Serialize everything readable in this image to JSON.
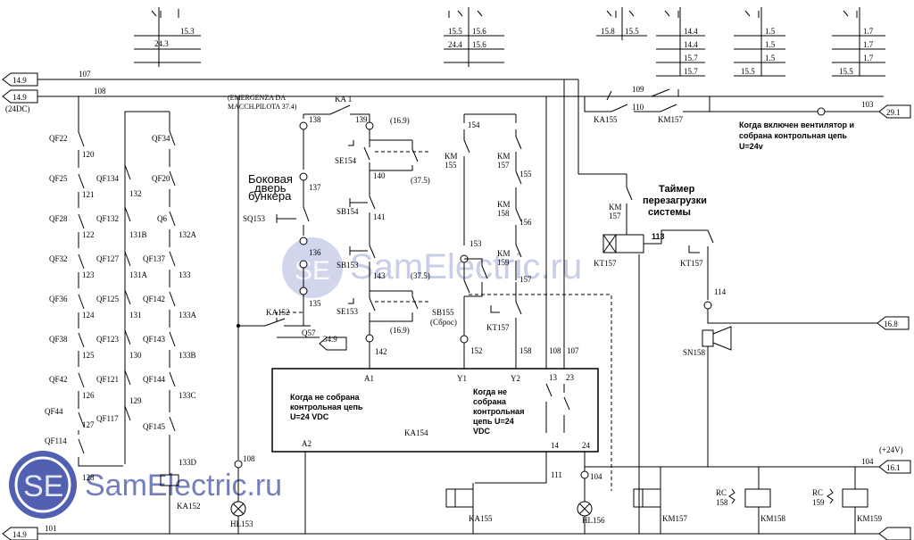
{
  "terminals": {
    "t149a": "14.9",
    "t149b": "14.9",
    "t149c": "14.9",
    "t291": "29.1",
    "t349": "34.9",
    "t168": "16.8",
    "t161": "16.1"
  },
  "wires": {
    "w107": "107",
    "w108": "108",
    "w101": "101",
    "w24dc": "(24DC)",
    "w109": "109",
    "w110": "110",
    "w103": "103",
    "w104": "104",
    "w24v": "(+24V)",
    "w120": "120",
    "w121": "121",
    "w122": "122",
    "w123": "123",
    "w124": "124",
    "w125": "125",
    "w126": "126",
    "w127": "127",
    "w128": "128",
    "w132": "132",
    "w131b": "131B",
    "w131a": "131A",
    "w131": "131",
    "w130": "130",
    "w129": "129",
    "w132a": "132A",
    "w133": "133",
    "w133a": "133A",
    "w133b": "133B",
    "w133c": "133C",
    "w133d": "133D",
    "w138": "138",
    "w139": "139",
    "w137": "137",
    "w136": "136",
    "w135": "135",
    "w140": "140",
    "w141": "141",
    "w143": "143",
    "w142": "142",
    "w154": "154",
    "w155": "155",
    "w156": "156",
    "w157": "157",
    "w153": "153",
    "w152": "152",
    "w158": "158",
    "w108b": "108",
    "w107b": "107",
    "w113": "113",
    "w114": "114",
    "w111": "111",
    "w104b": "104",
    "w108c": "108",
    "r169a": "(16.9)",
    "r375a": "(37.5)",
    "r375b": "(37.5)",
    "r169b": "(16.9)"
  },
  "devices": {
    "qf22": "QF22",
    "qf25": "QF25",
    "qf28": "QF28",
    "qf32": "QF32",
    "qf36": "QF36",
    "qf38": "QF38",
    "qf42": "QF42",
    "qf44": "QF44",
    "qf114": "QF114",
    "qf34": "QF34",
    "qf134": "QF134",
    "qf20": "QF20",
    "qf132": "QF132",
    "q6": "Q6",
    "qf127": "QF127",
    "qf137": "QF137",
    "qf125": "QF125",
    "qf142": "QF142",
    "qf123": "QF123",
    "qf143": "QF143",
    "qf121": "QF121",
    "qf144": "QF144",
    "qf117": "QF117",
    "qf145": "QF145",
    "ka152a": "KA152",
    "ka152b": "KA152",
    "hl153": "HL153",
    "emerg1": "(EMERGENZA DA",
    "emerg2": "MACCH.PILOTA 37.4)",
    "ka1": "KA 1",
    "sq153": "SQ153",
    "se154": "SE154",
    "sb154": "SB154",
    "sb153": "SB153",
    "se153": "SE153",
    "q57": "Q57",
    "km155a": "KM",
    "km155b": "155",
    "km157a": "KM",
    "km157b": "157",
    "km158a": "KM",
    "km158b": "158",
    "km159a": "KM",
    "km159b": "159",
    "sb155a": "SB155",
    "sb155b": "(Сброс)",
    "kt157a": "KT157",
    "a1": "A1",
    "a2": "A2",
    "y1": "Y1",
    "y2": "Y2",
    "p13": "13",
    "p23": "23",
    "p14": "14",
    "p24": "24",
    "ka154": "KA154",
    "ka155": "KA155",
    "km157": "KM157",
    "km157c": "KM",
    "km157d": "157",
    "kt157b": "KT157",
    "kt157c": "KT157",
    "sn158": "SN158",
    "ka155b": "KA155",
    "hl156": "HL156",
    "km157e": "KM157",
    "rc158a": "RC",
    "rc158b": "158",
    "km158": "KM158",
    "rc159a": "RC",
    "rc159b": "159",
    "km159": "KM159"
  },
  "notes": {
    "side1": "Боковая",
    "side2": "дверь",
    "side3": "бункера",
    "fan1": "Когда включен вентилятор и",
    "fan2": "собрана контрольная цепь",
    "fan3": "U=24v",
    "tim1": "Таймер",
    "tim2": "перезагрузки",
    "tim3": "системы",
    "ka1l1": "Когда не собрана",
    "ka1l2": "контрольная цепь",
    "ka1l3": "U=24 VDC",
    "ka2l1": "Когда не",
    "ka2l2": "собрана",
    "ka2l3": "контрольная",
    "ka2l4": "цепь U=24",
    "ka2l5": "VDC"
  },
  "xref": {
    "t1_r1": "15.3",
    "t1_l2": "24.3",
    "t2_l1": "15.5",
    "t2_r1": "15.6",
    "t2_l2": "24.4",
    "t2_r2": "15.6",
    "t3_l1": "15.8",
    "t3_r1": "15.5",
    "t4_r1": "14.4",
    "t4_r2": "14.4",
    "t4_r3": "15.7",
    "t4_r4": "15.7",
    "t5_r1": "1.5",
    "t5_r2": "1.5",
    "t5_r3": "1.5",
    "t5_l4": "15.5",
    "t6_r1": "1.7",
    "t6_r2": "1.7",
    "t6_r3": "1.7",
    "t6_l4": "15.5"
  },
  "watermark": {
    "center": "SamElectric.ru",
    "bottom": "SamElectric.ru",
    "logo": "SE"
  }
}
